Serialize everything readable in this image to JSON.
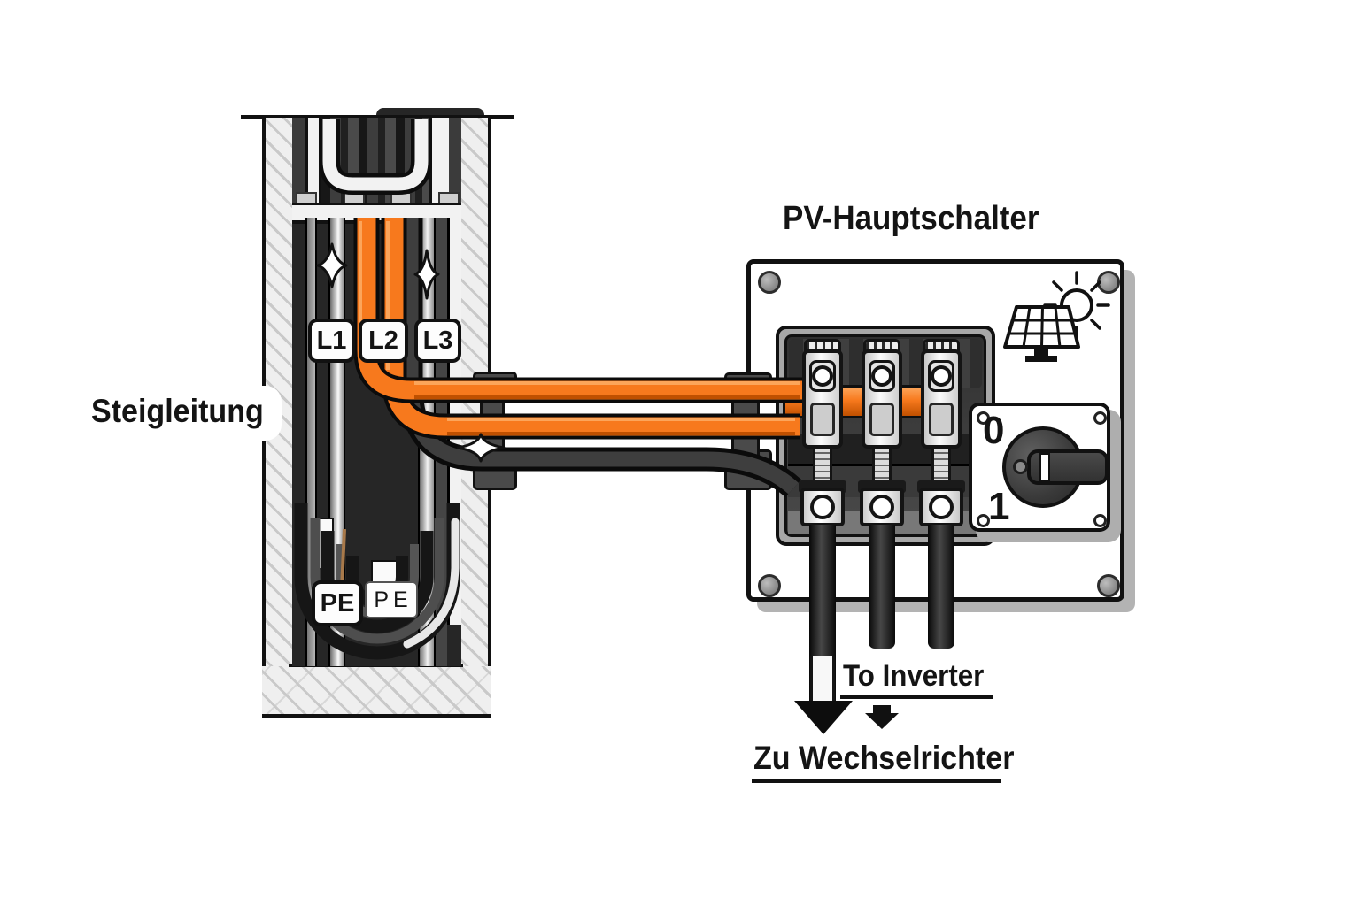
{
  "title": "PV-Hauptschalter",
  "riser": {
    "label": "Steigleitung",
    "phase_labels": [
      "L1",
      "L2",
      "L3"
    ],
    "pe_labels": [
      "PE",
      "PE"
    ]
  },
  "switch": {
    "off": "0",
    "on": "1"
  },
  "output": {
    "en": "To Inverter",
    "de": "Zu Wechselrichter"
  },
  "icons": {
    "solar_panel": "solar-panel-sun-icon",
    "sparkle": "sparkle-icon",
    "rotary_switch": "rotary-switch-knob-icon",
    "screw": "screw-icon",
    "down_arrow": "down-arrow-icon"
  },
  "colors": {
    "cable_orange": "#F7791D",
    "cable_orange_light": "#FCA55A",
    "cable_orange_dark": "#C05000",
    "outline_black": "#111111",
    "cable_dark": "#3E3E3E",
    "wall_fill": "#EFEFEF",
    "wall_hatch": "#C9C9C9",
    "recess_gray": "#3C3C3C"
  }
}
